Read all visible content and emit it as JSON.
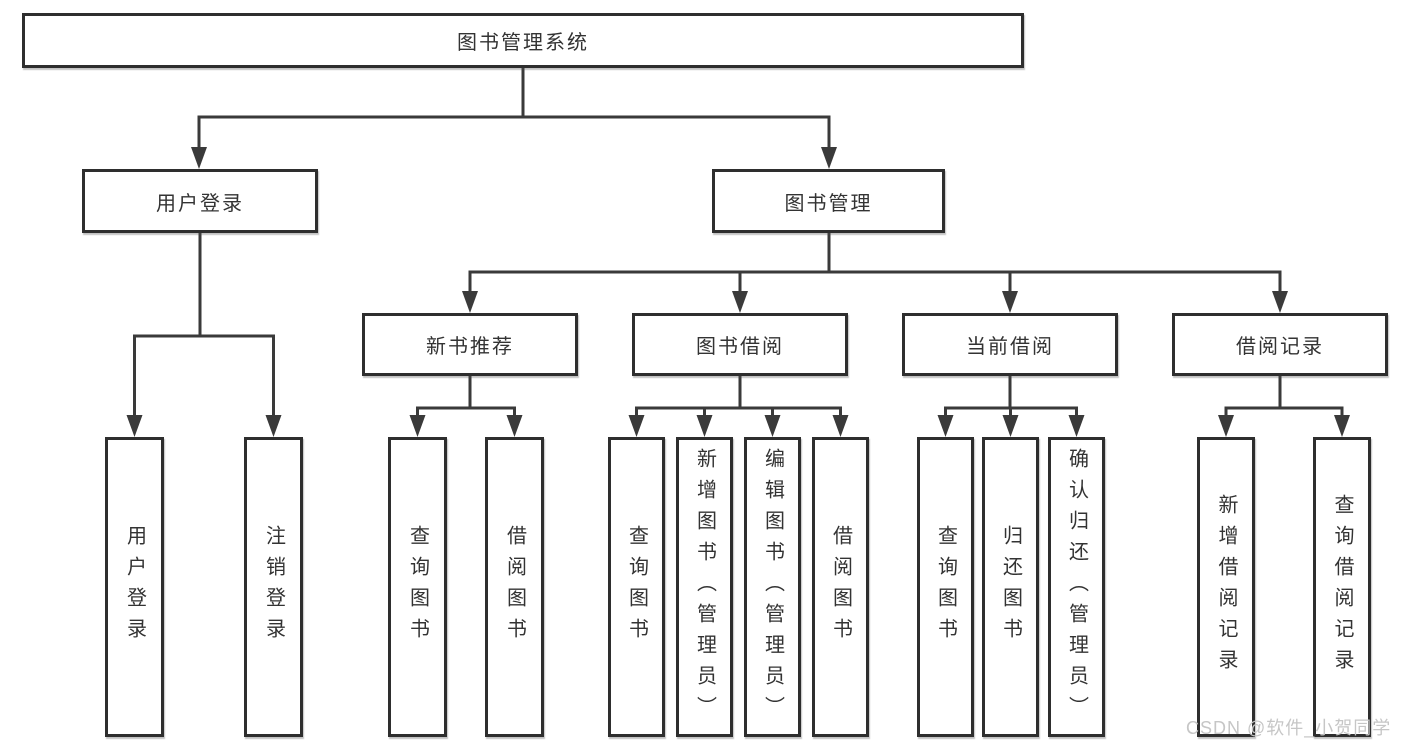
{
  "tree": {
    "root": {
      "label": "图书管理系统",
      "children": [
        {
          "label": "用户登录",
          "children": [
            {
              "label": "用户登录"
            },
            {
              "label": "注销登录"
            }
          ]
        },
        {
          "label": "图书管理",
          "children": [
            {
              "label": "新书推荐",
              "children": [
                {
                  "label": "查询图书"
                },
                {
                  "label": "借阅图书"
                }
              ]
            },
            {
              "label": "图书借阅",
              "children": [
                {
                  "label": "查询图书"
                },
                {
                  "label": "新增图书（管理员）"
                },
                {
                  "label": "编辑图书（管理员）"
                },
                {
                  "label": "借阅图书"
                }
              ]
            },
            {
              "label": "当前借阅",
              "children": [
                {
                  "label": "查询图书"
                },
                {
                  "label": "归还图书"
                },
                {
                  "label": "确认归还（管理员）"
                }
              ]
            },
            {
              "label": "借阅记录",
              "children": [
                {
                  "label": "新增借阅记录"
                },
                {
                  "label": "查询借阅记录"
                }
              ]
            }
          ]
        }
      ]
    }
  },
  "watermark": {
    "text": "CSDN @软件_小贺同学"
  },
  "colors": {
    "line": "#3a3a3a",
    "box_border": "#2e2e2e",
    "text": "#333333",
    "watermark": "#c6c6c6",
    "background": "#ffffff"
  }
}
